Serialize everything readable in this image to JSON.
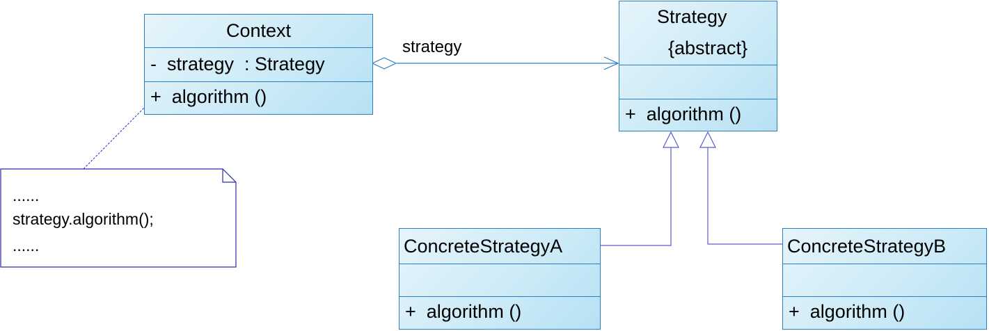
{
  "context": {
    "name": "Context",
    "attribute": "-  strategy  : Strategy",
    "operation": "+  algorithm ()"
  },
  "strategy": {
    "name": "Strategy",
    "stereotype": "{abstract}",
    "operation": "+  algorithm ()"
  },
  "concrete_a": {
    "name": "ConcreteStrategyA",
    "operation": "+  algorithm ()"
  },
  "concrete_b": {
    "name": "ConcreteStrategyB",
    "operation": "+  algorithm ()"
  },
  "association": {
    "role": "strategy"
  },
  "note": {
    "lines": [
      "......",
      "strategy.algorithm();",
      "......"
    ]
  },
  "colors": {
    "class_border": "#2b7fbf",
    "note_border": "#2a2aa8",
    "line": "#5a5ad0"
  }
}
